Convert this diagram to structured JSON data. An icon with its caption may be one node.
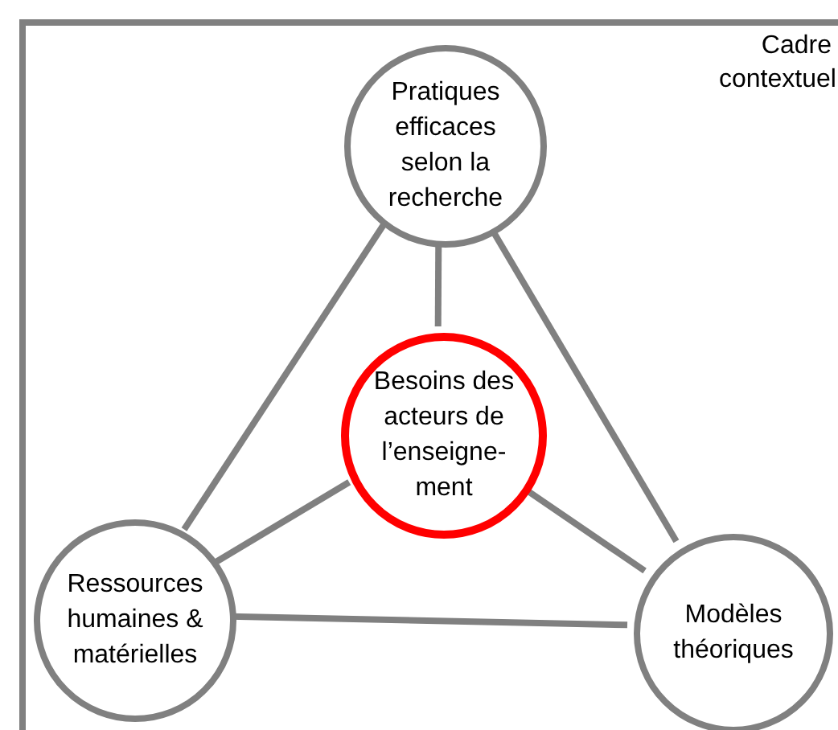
{
  "diagram": {
    "nodes": [
      {
        "text": [
          "Cadre contextuel"
        ]
      },
      {
        "text": [
          "Pratiques efficaces selon la recherche"
        ],
        "in": 0
      },
      {
        "text": [
          "Besoins des acteurs de l’enseigne- ment"
        ],
        "in": 0
      },
      {
        "text": [
          "Ressources humaines & matérielles"
        ],
        "in": 0
      },
      {
        "text": [
          "Modèles théoriques"
        ],
        "in": 0
      }
    ],
    "edges": [
      {
        "from": 1,
        "to": 2,
        "arrow": "none"
      },
      {
        "from": 1,
        "to": 3,
        "arrow": "none"
      },
      {
        "from": 1,
        "to": 4,
        "arrow": "none"
      },
      {
        "from": 2,
        "to": 3,
        "arrow": "none"
      },
      {
        "from": 2,
        "to": 4,
        "arrow": "none"
      },
      {
        "from": 3,
        "to": 4,
        "arrow": "none"
      }
    ]
  }
}
